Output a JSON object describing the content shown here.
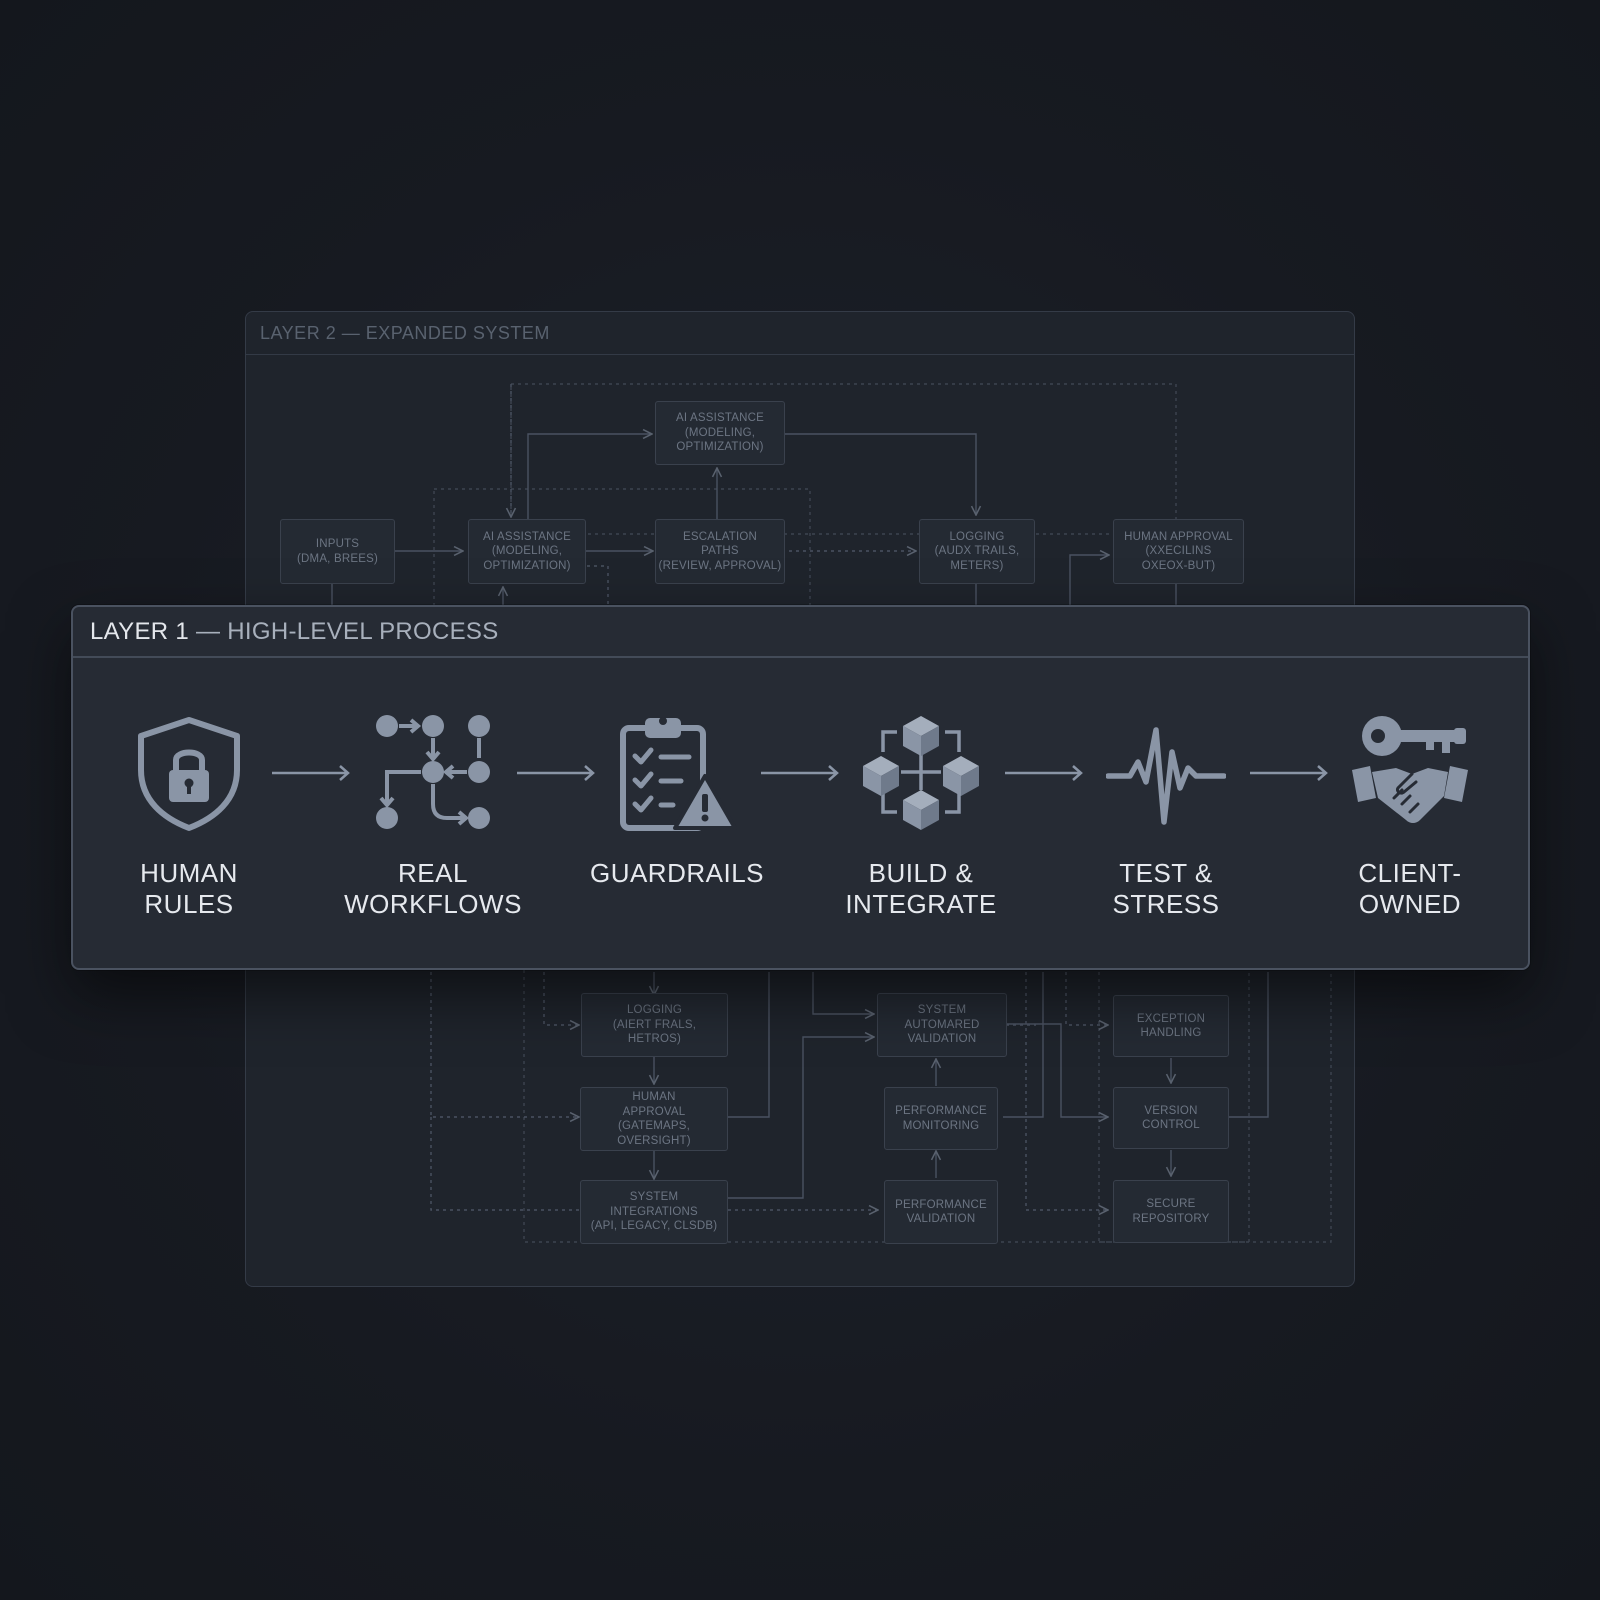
{
  "layer2": {
    "title": "LAYER 2 — EXPANDED SYSTEM",
    "nodes": {
      "ai_assist_top": "AI ASSISTANCE\n(MODELING,\nOPTIMIZATION)",
      "inputs": "INPUTS\n(DMA, BREES)",
      "ai_assist_mid": "AI ASSISTANCE\n(MODELING,\nOPTIMIZATION)",
      "escalation": "ESCALATION\nPATHS\n(REVIEW, APPROVAL)",
      "logging_top": "LOGGING\n(AUDX TRAILS,\nMETERS)",
      "human_approval_top": "HUMAN APPROVAL\n(XXECILINS\nOXEOX-BUT)",
      "logging_bottom": "LOGGING\n(AIERT FRALS,\nHETROS)",
      "human_approval_bottom": "HUMAN\nAPPROVAL\n(GATEMAPS, OVERSIGHT)",
      "system_integrations": "SYSTEM\nINTEGRATIONS\n(API, LEGACY, CLSDB)",
      "system_validation": "SYSTEM\nAUTOMARED\nVALIDATION",
      "performance_monitoring": "PERFORMANCE\nMONITORING",
      "performance_validation": "PERFORMANCE\nVALIDATION",
      "exception_handling": "EXCEPTION\nHANDLING",
      "version_control": "VERSION\nCONTROL",
      "secure_repository": "SECURE\nREPOSITORY"
    }
  },
  "layer1": {
    "title_prefix": "LAYER 1",
    "title_suffix": " — HIGH-LEVEL PROCESS",
    "steps": [
      {
        "label": "HUMAN\nRULES",
        "icon": "shield-lock-icon"
      },
      {
        "label": "REAL\nWORKFLOWS",
        "icon": "workflow-nodes-icon"
      },
      {
        "label": "GUARDRAILS",
        "icon": "clipboard-warning-icon"
      },
      {
        "label": "BUILD &\nINTEGRATE",
        "icon": "connected-cubes-icon"
      },
      {
        "label": "TEST &\nSTRESS",
        "icon": "heartbeat-pulse-icon"
      },
      {
        "label": "CLIENT-\nOWNED",
        "icon": "key-handshake-icon"
      }
    ]
  },
  "colors": {
    "background": "#171a21",
    "panel": "#262b34",
    "icon": "#8a95a6",
    "label": "#e6e9ee",
    "faint_line": "#4a5261"
  }
}
